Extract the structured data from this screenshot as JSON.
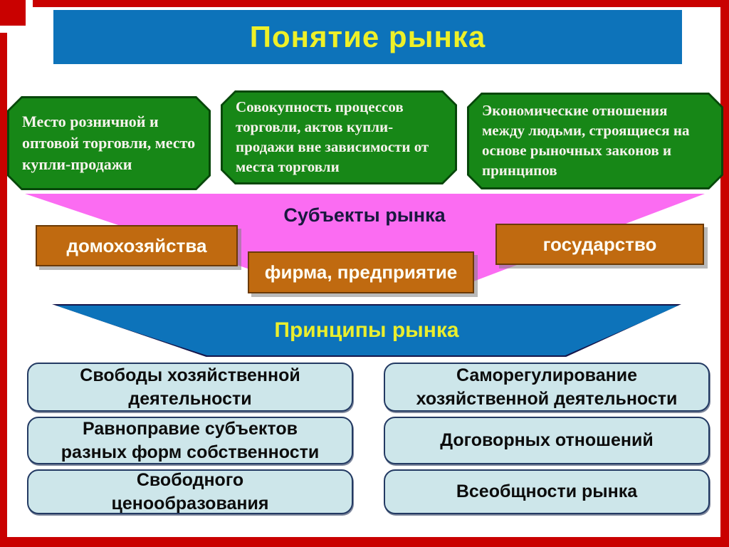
{
  "slide": {
    "title": "Понятие рынка",
    "definitions": [
      "Место розничной и оптовой торговли, место купли-продажи",
      "Совокупность процессов торговли, актов купли-продажи вне зависимости от места торговли",
      "Экономические отношения между людьми, строящиеся на основе рыночных законов и принципов"
    ],
    "subjects": {
      "label": "Субъекты рынка",
      "items": [
        "домохозяйства",
        "фирма, предприятие",
        "государство"
      ]
    },
    "principles": {
      "label": "Принципы рынка",
      "left": [
        "Свободы хозяйственной деятельности",
        "Равноправие субъектов разных форм собственности",
        "Свободного ценообразования"
      ],
      "right": [
        "Саморегулирование хозяйственной деятельности",
        "Договорных отношений",
        "Всеобщности рынка"
      ]
    },
    "colors": {
      "frame_red": "#c90100",
      "banner_blue": "#0d73ba",
      "title_yellow": "#eef028",
      "definition_green": "#178717",
      "definition_border_green": "#07470a",
      "subjects_pink": "#fb6cf2",
      "subjects_text_navy": "#19193f",
      "subject_box_orange": "#c06a10",
      "principles_blue": "#0d73ba",
      "principles_yellow": "#e9ee2e",
      "principle_box_blue": "#cde6ea",
      "principle_border_navy": "#233a63"
    }
  }
}
